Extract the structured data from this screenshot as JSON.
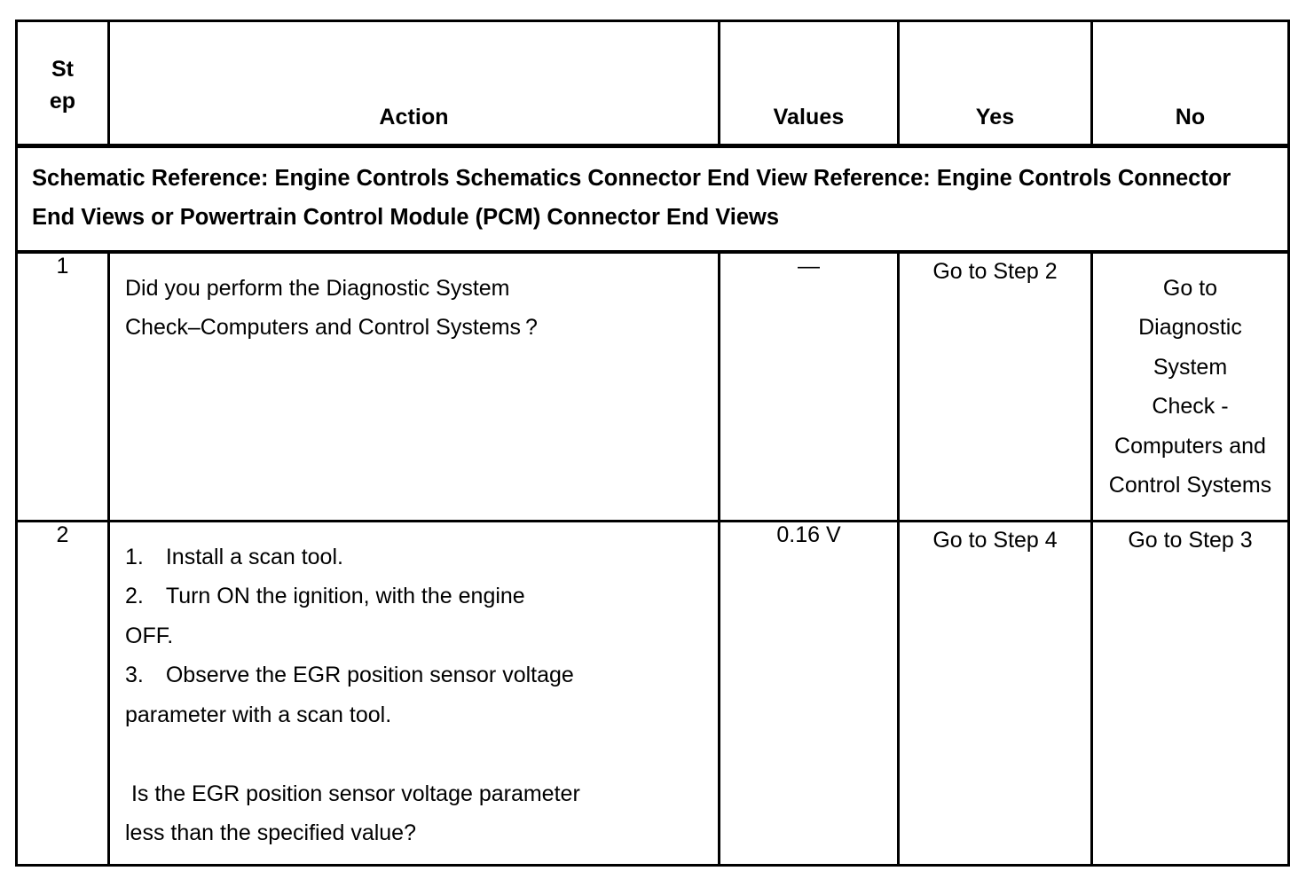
{
  "table": {
    "headers": {
      "step_line1": "St",
      "step_line2": "ep",
      "action": "Action",
      "values": "Values",
      "yes": "Yes",
      "no": "No"
    },
    "schematic_reference": "Schematic Reference: Engine Controls Schematics Connector End View Reference: Engine Controls Connector End Views or Powertrain Control Module (PCM) Connector End Views",
    "rows": [
      {
        "step": "1",
        "action": "Did you perform the Diagnostic System\nCheck–Computers and Control Systems ?",
        "values": "—",
        "yes": "Go to Step 2",
        "no": "Go to\nDiagnostic\nSystem\nCheck -\nComputers and\nControl Systems"
      },
      {
        "step": "2",
        "action": "1. Install a scan tool.\n2. Turn ON the ignition, with the engine\nOFF.\n3. Observe the EGR position sensor voltage\nparameter with a scan tool.\n\n Is the EGR position sensor voltage parameter\nless than the specified value?",
        "values": "0.16 V",
        "yes": "Go to Step 4",
        "no": "Go to Step 3"
      }
    ]
  },
  "colors": {
    "border": "#000000",
    "text": "#000000",
    "background": "#ffffff"
  }
}
